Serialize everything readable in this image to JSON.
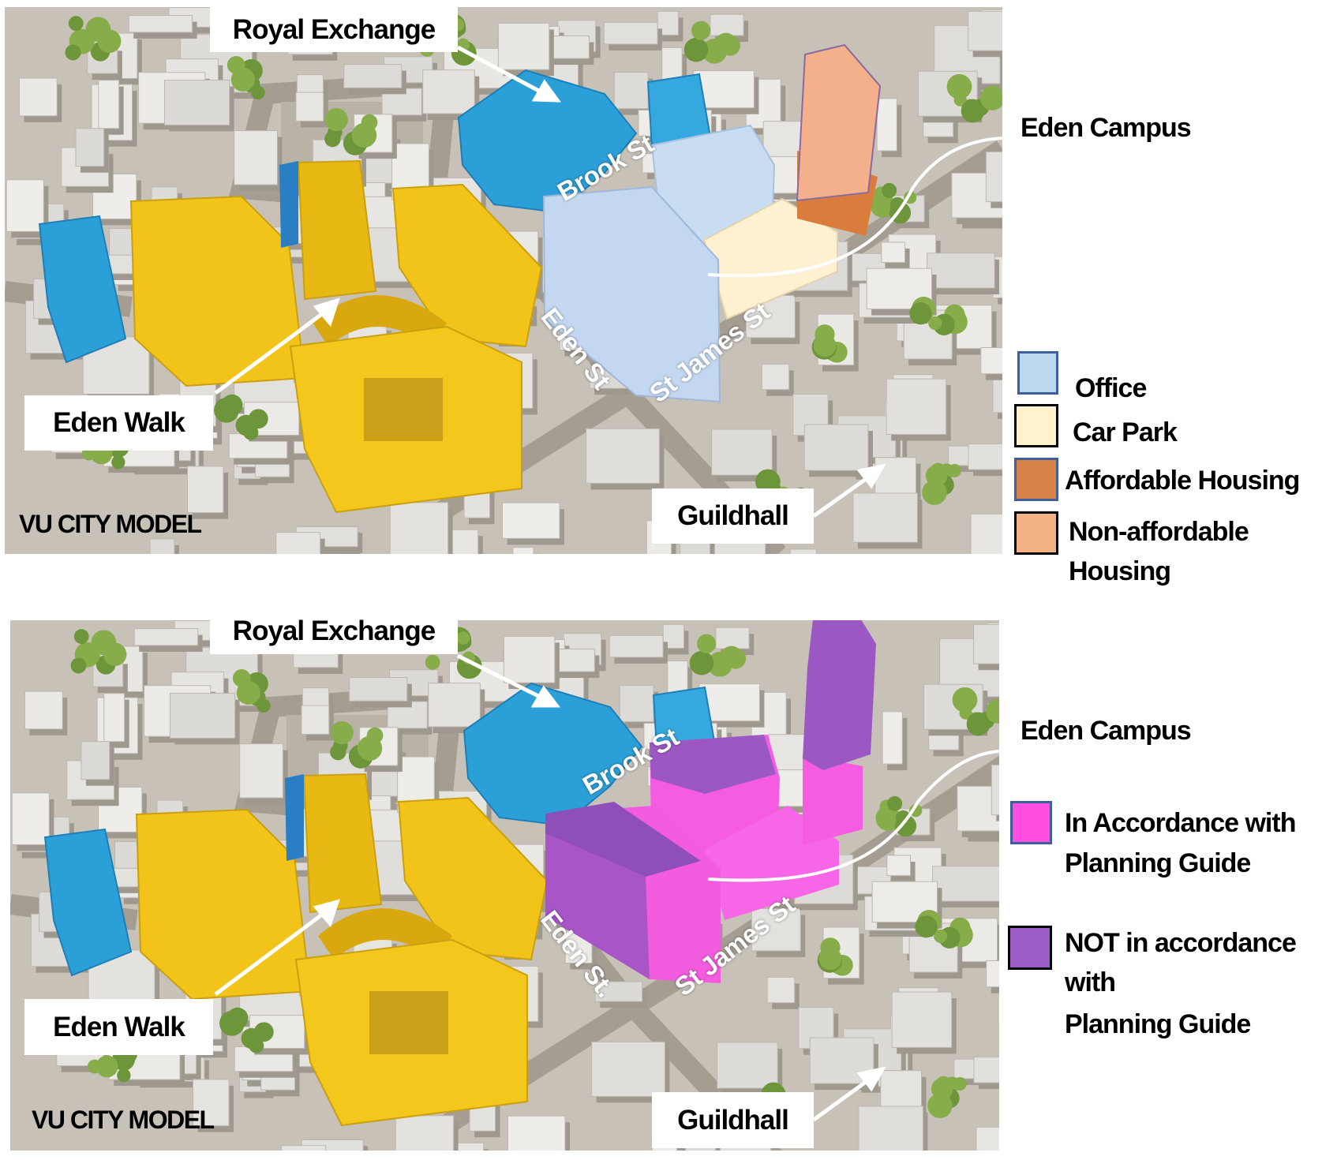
{
  "panels": [
    {
      "royal_exchange": "Royal Exchange",
      "eden_campus": "Eden Campus",
      "eden_walk": "Eden Walk",
      "vu_city_model": "VU CITY MODEL",
      "guildhall": "Guildhall",
      "streets": {
        "brook": "Brook St",
        "eden": "Eden St",
        "st_james": "St James St"
      },
      "legend": [
        {
          "lines": [
            "Office"
          ],
          "color": "#bdd7ee",
          "border": "#3f5f9a"
        },
        {
          "lines": [
            "Car Park"
          ],
          "color": "#fff2cc",
          "border": "#000000"
        },
        {
          "lines": [
            "Affordable Housing"
          ],
          "color": "#d9824a",
          "border": "#3f5f9a"
        },
        {
          "lines": [
            "Non-affordable",
            "Housing"
          ],
          "color": "#f4b183",
          "border": "#000000"
        }
      ]
    },
    {
      "royal_exchange": "Royal Exchange",
      "eden_campus": "Eden Campus",
      "eden_walk": "Eden Walk",
      "vu_city_model": "VU CITY MODEL",
      "guildhall": "Guildhall",
      "streets": {
        "brook": "Brook St",
        "eden": "Eden St.",
        "st_james": "St James St"
      },
      "legend": [
        {
          "lines": [
            "In Accordance with",
            "Planning Guide"
          ],
          "color": "#ff4fe0",
          "border": "#3f5f9a"
        },
        {
          "lines": [
            "NOT in accordance",
            "with",
            "Planning Guide"
          ],
          "color": "#9b5cc6",
          "border": "#000000"
        }
      ]
    }
  ]
}
